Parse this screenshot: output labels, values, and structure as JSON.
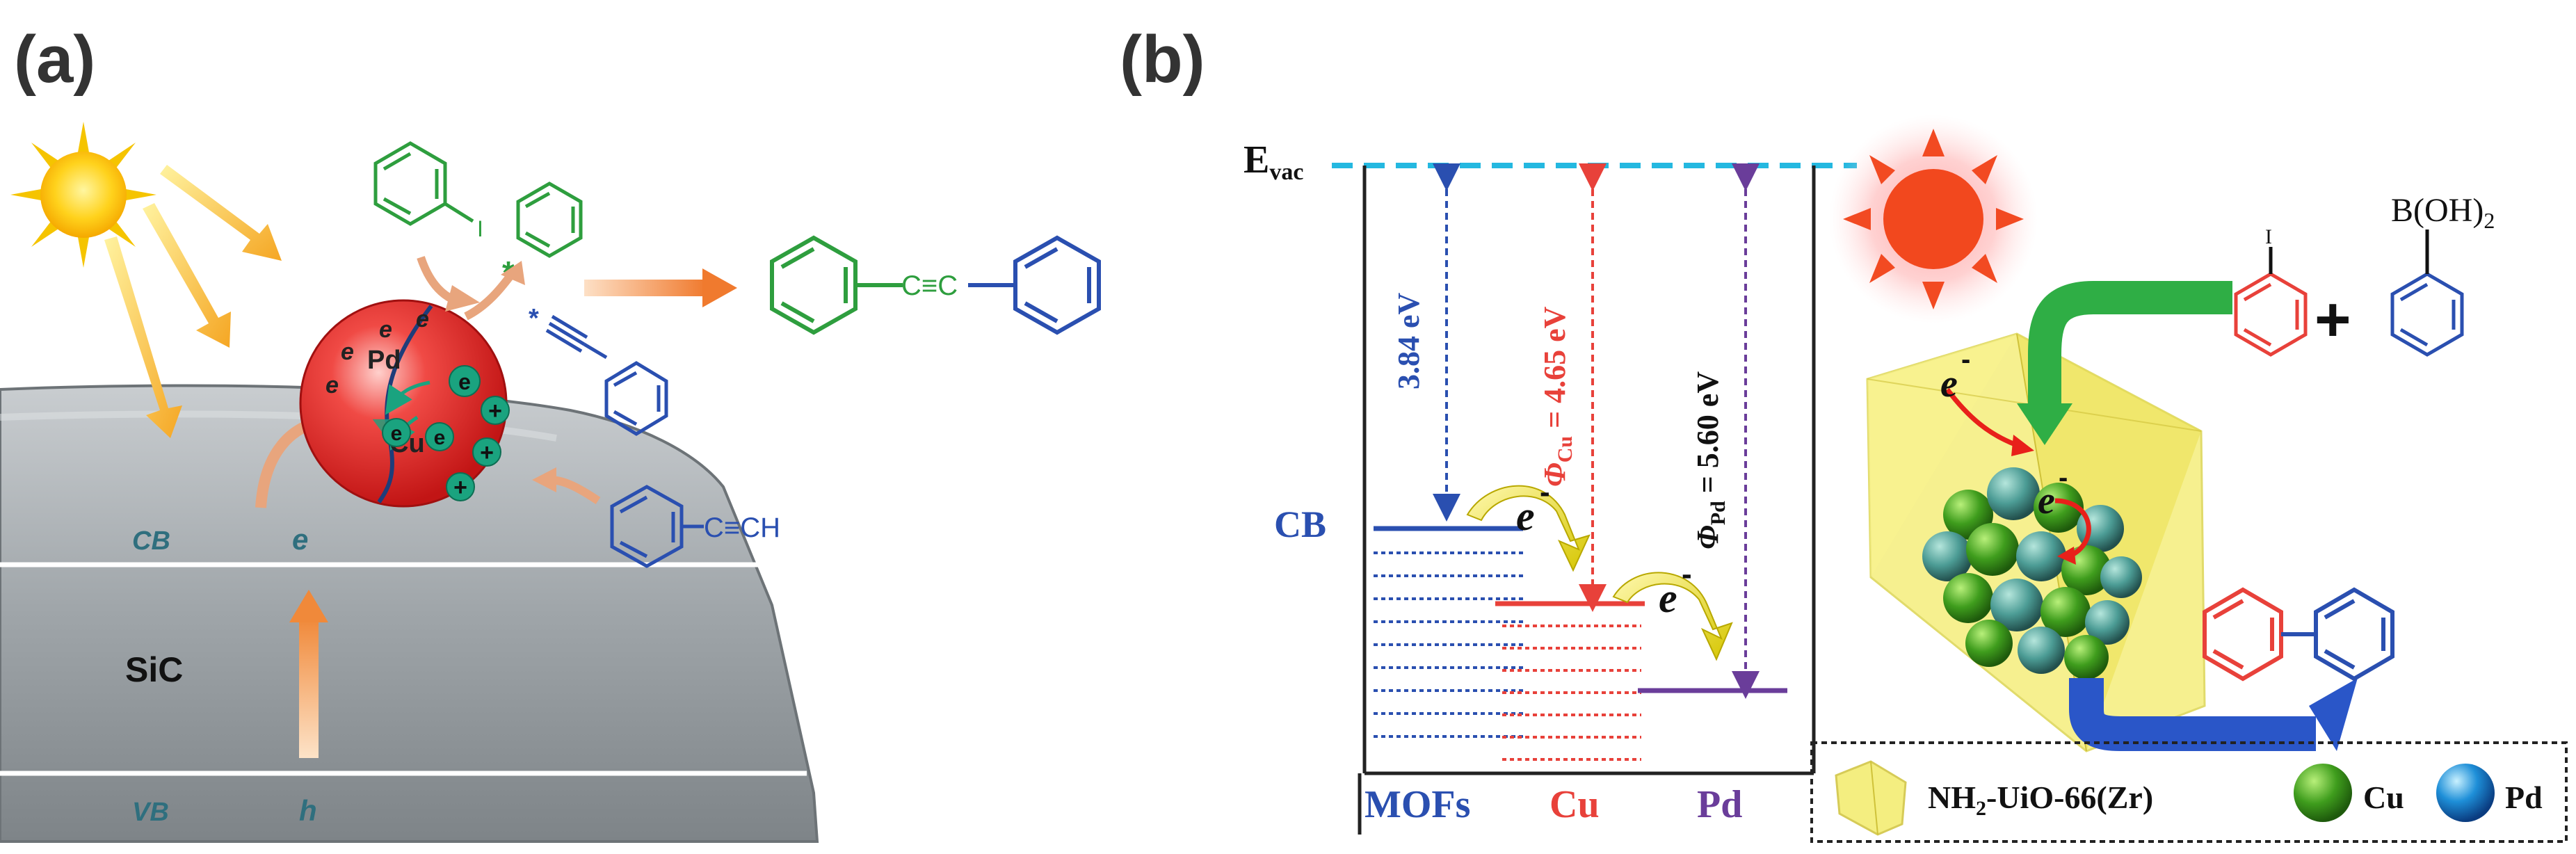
{
  "panel_a": {
    "label": "(a)",
    "particle": {
      "pd": "Pd",
      "cu": "Cu",
      "electron": "e",
      "plus": "+"
    },
    "surface": {
      "cb": "CB",
      "vb": "VB",
      "material": "SiC",
      "e": "e",
      "h": "h"
    },
    "molecules": {
      "iodo": "I",
      "radical": "*",
      "alkyne_radical": "*",
      "ethynyl": "C≡CH",
      "product_bond": "C≡C"
    }
  },
  "panel_b": {
    "label": "(b)",
    "evac": {
      "main": "E",
      "sub": "vac"
    },
    "cb": "CB",
    "energy_mof": "3.84 eV",
    "phi_cu": {
      "phi": "Φ",
      "sub": "Cu",
      "value": " = 4.65 eV"
    },
    "phi_pd": {
      "phi": "Φ",
      "sub": "Pd",
      "value": " = 5.60 eV"
    },
    "electron": "e",
    "electron_sup": "-",
    "bottom_labels": {
      "mofs": "MOFs",
      "cu": "Cu",
      "pd": "Pd"
    },
    "reaction": {
      "iodo": "I",
      "boronic": "B(OH)",
      "boronic_sub": "2",
      "plus": "+"
    },
    "legend": {
      "mof_prefix": "NH",
      "mof_sub": "2",
      "mof_rest": "-UiO-66(Zr)",
      "cu": "Cu",
      "pd": "Pd"
    }
  },
  "colors": {
    "green": "#2e9e3e",
    "blue": "#2a4fb0",
    "red": "#e8413a",
    "purple": "#6a3d9a",
    "orange": "#f08a3a",
    "cyan": "#24b8e0",
    "teal": "#1aa37f",
    "navy": "#1f3d99"
  }
}
